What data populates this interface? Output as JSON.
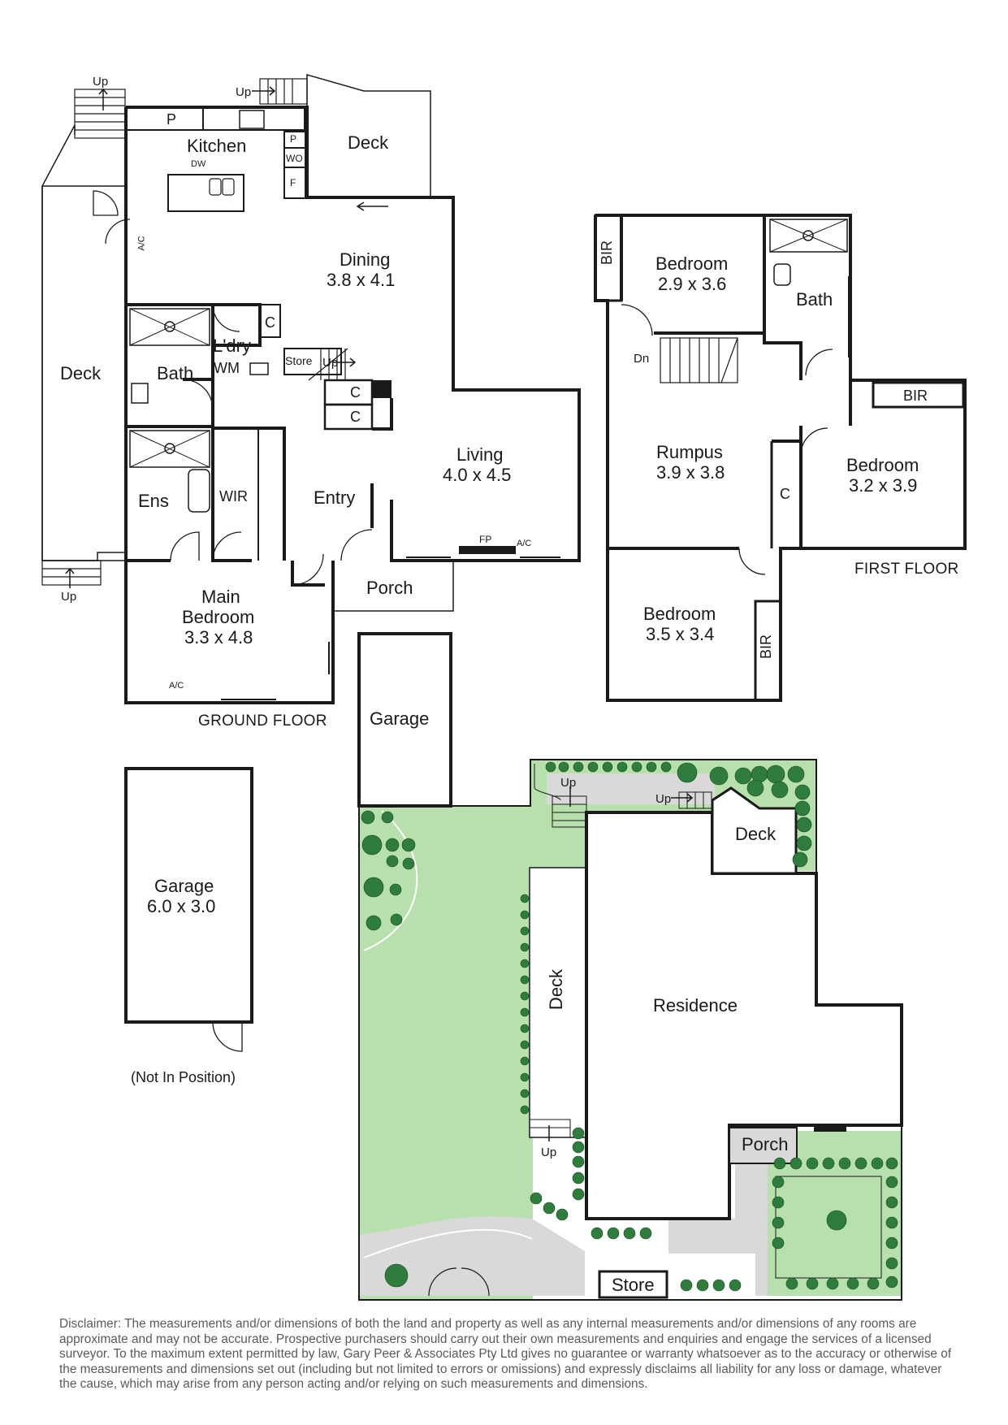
{
  "ground_floor": {
    "caption": "GROUND FLOOR",
    "rooms": {
      "kitchen": "Kitchen",
      "deck_top": "Deck",
      "dining_name": "Dining",
      "dining_size": "3.8 x 4.1",
      "deck_left": "Deck",
      "bath": "Bath",
      "laundry": "L'dry",
      "wm": "WM",
      "store": "Store",
      "c": "C",
      "ens": "Ens",
      "wir": "WIR",
      "entry": "Entry",
      "living_name": "Living",
      "living_size": "4.0 x 4.5",
      "porch": "Porch",
      "main_bedroom_1": "Main",
      "main_bedroom_2": "Bedroom",
      "main_bedroom_size": "3.3 x 4.8"
    },
    "fixtures": {
      "p": "P",
      "wo": "WO",
      "f": "F",
      "dw": "DW",
      "ac": "A/C",
      "fp": "FP",
      "up": "Up"
    }
  },
  "first_floor": {
    "caption": "FIRST FLOOR",
    "rooms": {
      "bed1_name": "Bedroom",
      "bed1_size": "2.9 x 3.6",
      "bath": "Bath",
      "bir": "BIR",
      "dn": "Dn",
      "rumpus_name": "Rumpus",
      "rumpus_size": "3.9 x 3.8",
      "bed2_name": "Bedroom",
      "bed2_size": "3.2 x 3.9",
      "bed3_name": "Bedroom",
      "bed3_size": "3.5 x 3.4",
      "c": "C"
    }
  },
  "garage_plan": {
    "name": "Garage",
    "size": "6.0 x 3.0",
    "note": "(Not In Position)"
  },
  "site_plan": {
    "garage": "Garage",
    "deck_right": "Deck",
    "deck_side": "Deck",
    "residence": "Residence",
    "porch": "Porch",
    "store": "Store",
    "up": "Up"
  },
  "colors": {
    "lawn": "#b8e0ac",
    "paving": "#d9d9d9",
    "tree": "#2f7d3c",
    "wall": "#1a1a1a"
  },
  "disclaimer": "Disclaimer: The measurements and/or dimensions of both the land and property as well as any internal measurements and/or dimensions of any rooms are approximate and may not be accurate. Prospective purchasers should carry out their own measurements and enquiries and engage the services of a licensed surveyor. To the maximum extent permitted by law, Gary Peer & Associates Pty Ltd gives no guarantee or warranty whatsoever as to the accuracy or otherwise of the measurements and dimensions set out (including but not limited to errors or omissions) and expressly disclaims all liability for any loss or damage, whatever the cause, which may arise from any person acting and/or relying on such measurements and dimensions."
}
